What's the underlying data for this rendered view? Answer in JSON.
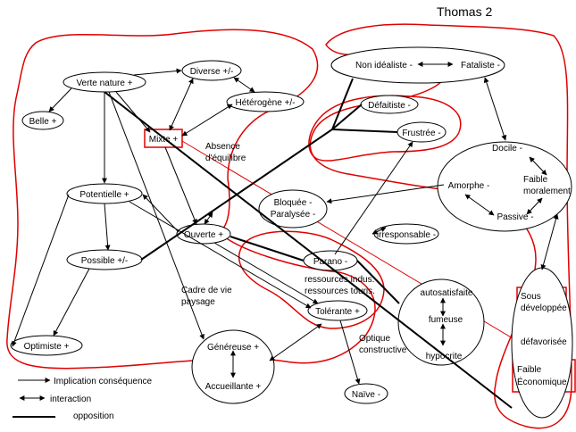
{
  "title": "Thomas 2",
  "nodes": {
    "verte_nature": "Verte nature +",
    "diverse": "Diverse +/-",
    "heterogene": "Hétérogène +/-",
    "belle": "Belle +",
    "mixte": "Mixte +",
    "absence_line1": "Absence",
    "absence_line2": "d'équilibre",
    "potentielle": "Potentielle +",
    "possible": "Possible +/-",
    "ouverte": "Ouverte +",
    "optimiste": "Optimiste +",
    "cadre_line1": "Cadre de vie",
    "cadre_line2": "paysage",
    "genereuse": "Généreuse +",
    "accueillante": "Accueillante +",
    "bloquee_line1": "Bloquée -",
    "bloquee_line2": "Paralysée -",
    "non_idealiste": "Non idéaliste -",
    "fataliste": "Fataliste -",
    "defaitiste": "Défaitiste -",
    "frustree": "Frustrée -",
    "docile": "Docile -",
    "amorphe": "Amorphe -",
    "faible_moralement_line1": "Faible",
    "faible_moralement_line2": "moralement",
    "passive": "Passive -",
    "irresponsable": "irresponsable -",
    "parano": "Parano -",
    "ressources_line1": "ressources indus.",
    "ressources_line2": "ressources touris.",
    "tolerante": "Tolérante +",
    "optique_line1": "Optique",
    "optique_line2": "constructive",
    "naive": "Naïve -",
    "autosatisfaite": "autosatisfaite",
    "fumeuse": "fumeuse",
    "hypocrite": "hypocrite",
    "sous_developpee_line1": "Sous",
    "sous_developpee_line2": "développée",
    "defavorisee": "défavorisée",
    "faible_eco_line1": "Faible",
    "faible_eco_line2": "Économique"
  },
  "legend": {
    "implication": "Implication conséquence",
    "interaction": "interaction",
    "opposition": "opposition"
  },
  "colors": {
    "ink": "#000000",
    "group_outline": "#e00000"
  }
}
